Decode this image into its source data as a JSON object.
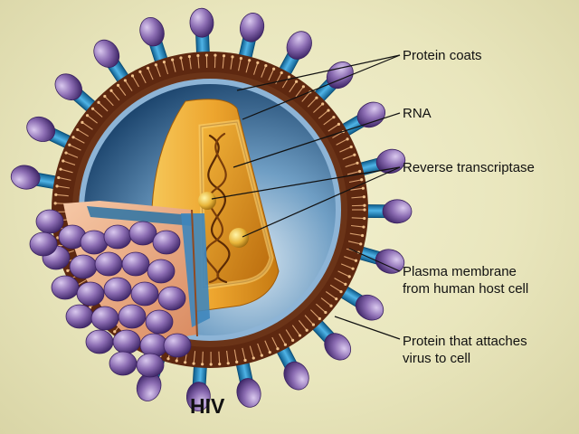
{
  "diagram": {
    "title": "HIV",
    "labels": {
      "protein_coats": "Protein coats",
      "rna": "RNA",
      "reverse_transcriptase": "Reverse transcriptase",
      "plasma_membrane": [
        "Plasma membrane",
        "from human host cell"
      ],
      "attach_protein": [
        "Protein that attaches",
        "virus to cell"
      ]
    },
    "colors": {
      "spike_head": "#8a6bb0",
      "spike_stalk": "#2b8fc4",
      "membrane": "#6b2f14",
      "capsid": "#f0a830",
      "inner_blue": "#1f4e78",
      "background": "#eeebc6"
    }
  }
}
